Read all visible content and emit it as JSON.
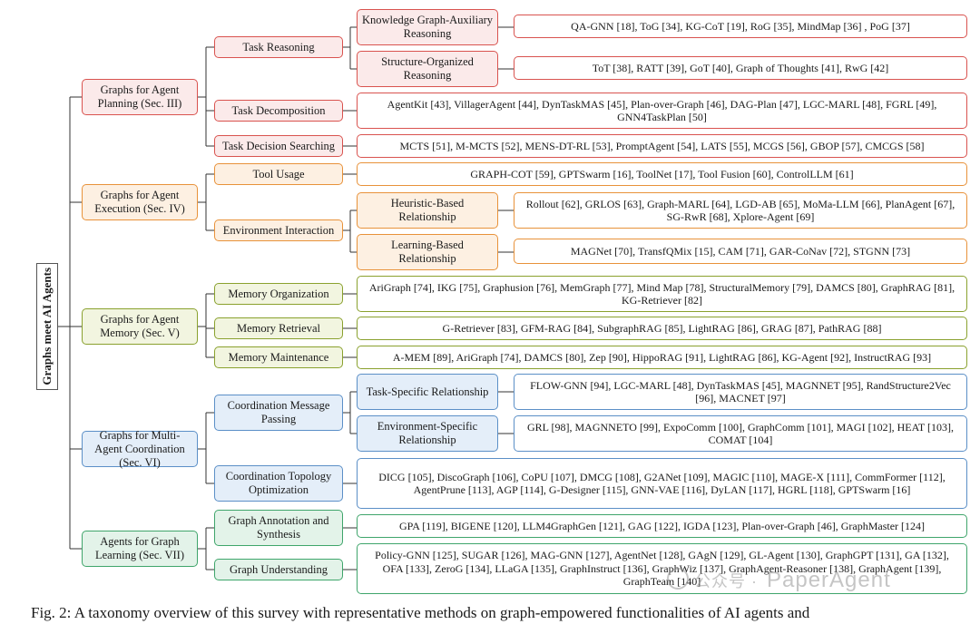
{
  "root": {
    "label": "Graphs meet AI Agents"
  },
  "categories": [
    {
      "id": "planning",
      "label": "Graphs for Agent Planning (Sec. III)"
    },
    {
      "id": "execution",
      "label": "Graphs for Agent Execution (Sec. IV)"
    },
    {
      "id": "memory",
      "label": "Graphs for Agent Memory (Sec. V)"
    },
    {
      "id": "coordination",
      "label": "Graphs for Multi-Agent Coordination (Sec. VI)"
    },
    {
      "id": "learning",
      "label": "Agents for Graph Learning (Sec. VII)"
    }
  ],
  "subcategories": {
    "task_reasoning": "Task Reasoning",
    "task_decomposition": "Task Decomposition",
    "task_decision_searching": "Task Decision Searching",
    "tool_usage": "Tool Usage",
    "environment_interaction": "Environment Interaction",
    "memory_organization": "Memory Organization",
    "memory_retrieval": "Memory Retrieval",
    "memory_maintenance": "Memory Maintenance",
    "coordination_message_passing": "Coordination Message Passing",
    "coordination_topology_optimization": "Coordination Topology Optimization",
    "graph_annotation_synthesis": "Graph Annotation and Synthesis",
    "graph_understanding": "Graph Understanding"
  },
  "subsubcategories": {
    "kg_auxiliary": "Knowledge Graph-Auxiliary Reasoning",
    "structure_organized": "Structure-Organized Reasoning",
    "heuristic_based": "Heuristic-Based Relationship",
    "learning_based": "Learning-Based Relationship",
    "task_specific": "Task-Specific Relationship",
    "environment_specific": "Environment-Specific Relationship"
  },
  "methods": {
    "kg_auxiliary": "QA-GNN [18], ToG [34], KG-CoT [19], RoG [35], MindMap [36] , PoG [37]",
    "structure_organized": "ToT [38], RATT [39], GoT [40], Graph of Thoughts [41], RwG [42]",
    "task_decomposition": "AgentKit [43], VillagerAgent [44], DynTaskMAS [45], Plan-over-Graph [46], DAG-Plan [47], LGC-MARL [48], FGRL [49], GNN4TaskPlan [50]",
    "task_decision_searching": "MCTS [51], M-MCTS [52], MENS-DT-RL [53], PromptAgent [54], LATS [55], MCGS [56], GBOP [57], CMCGS [58]",
    "tool_usage": "GRAPH-COT [59], GPTSwarm [16], ToolNet [17], Tool Fusion [60], ControlLLM [61]",
    "heuristic_based": "Rollout [62], GRLOS [63], Graph-MARL [64], LGD-AB [65], MoMa-LLM [66], PlanAgent [67], SG-RwR [68], Xplore-Agent [69]",
    "learning_based": "MAGNet [70], TransfQMix [15], CAM [71], GAR-CoNav [72], STGNN [73]",
    "memory_organization": "AriGraph [74], IKG [75], Graphusion [76], MemGraph [77], Mind Map [78], StructuralMemory [79], DAMCS [80], GraphRAG [81], KG-Retriever [82]",
    "memory_retrieval": "G-Retriever [83], GFM-RAG [84], SubgraphRAG [85], LightRAG [86], GRAG [87], PathRAG [88]",
    "memory_maintenance": "A-MEM [89], AriGraph [74], DAMCS [80], Zep [90], HippoRAG [91], LightRAG [86], KG-Agent [92], InstructRAG [93]",
    "task_specific": "FLOW-GNN [94], LGC-MARL [48], DynTaskMAS [45], MAGNNET [95], RandStructure2Vec [96], MACNET [97]",
    "environment_specific": "GRL [98], MAGNNETO [99], ExpoComm [100], GraphComm [101], MAGI [102], HEAT [103], COMAT [104]",
    "coordination_topology_optimization": "DICG [105], DiscoGraph [106], CoPU [107], DMCG [108], G2ANet [109], MAGIC [110], MAGE-X [111], CommFormer [112], AgentPrune [113], AGP [114], G-Designer [115], GNN-VAE [116], DyLAN [117], HGRL [118], GPTSwarm [16]",
    "graph_annotation_synthesis": "GPA [119], BIGENE [120], LLM4GraphGen [121], GAG [122], IGDA [123], Plan-over-Graph [46], GraphMaster [124]",
    "graph_understanding": "Policy-GNN [125], SUGAR [126], MAG-GNN [127], AgentNet [128], GAgN [129], GL-Agent [130], GraphGPT [131], GA [132], OFA [133], ZeroG [134], LLaGA [135], GraphInstruct [136], GraphWiz [137], GraphAgent-Reasoner [138], GraphAgent [139], GraphTeam [140]"
  },
  "caption": "Fig. 2: A taxonomy overview of this survey with representative methods on graph-empowered functionalities of AI agents and",
  "watermark": {
    "prefix": "公众号 ·",
    "text": "PaperAgent"
  },
  "colors": {
    "planning": "#d9534f",
    "execution": "#e8923a",
    "memory": "#8aa12e",
    "coordination": "#5b8fc7",
    "learning": "#3fa56b",
    "link": "#333333"
  }
}
